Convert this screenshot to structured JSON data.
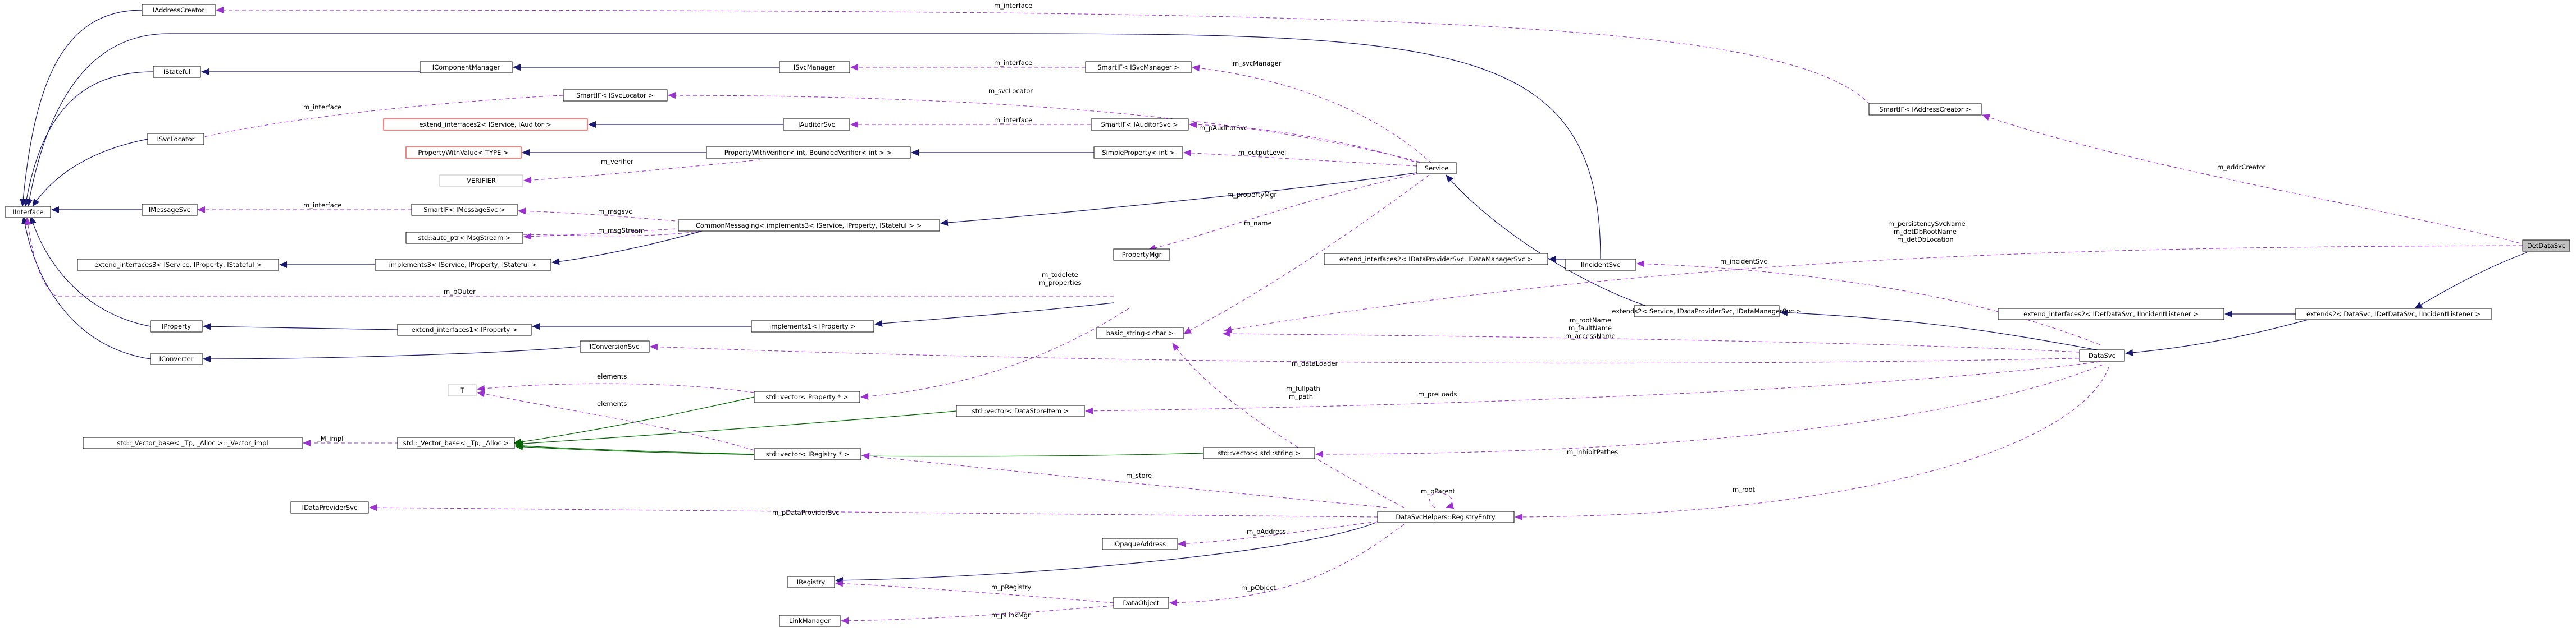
{
  "colors": {
    "inheritance": "#191970",
    "template": "#006400",
    "usage": "#9a32cd",
    "node_border": "#000000",
    "node_border_template": "#bfbfbf",
    "node_border_undocumented": "#ff0000",
    "focus_fill": "#bfbfbf"
  },
  "nodes": {
    "DetDataSvc": "DetDataSvc",
    "IInterface": "IInterface",
    "IAddressCreator": "IAddressCreator",
    "IStateful": "IStateful",
    "ISvcLocator": "ISvcLocator",
    "IMessageSvc": "IMessageSvc",
    "IProperty": "IProperty",
    "IConverter": "IConverter",
    "IComponentManager": "IComponentManager",
    "ISvcManager": "ISvcManager",
    "SmartIF_ISvcManager": "SmartIF< ISvcManager >",
    "SmartIF_ISvcLocator": "SmartIF< ISvcLocator >",
    "extend_interfaces2_IService_IAuditor": "extend_interfaces2< IService, IAuditor >",
    "IAuditorSvc": "IAuditorSvc",
    "SmartIF_IAuditorSvc": "SmartIF< IAuditorSvc >",
    "PropertyWithValue": "PropertyWithValue< TYPE >",
    "PropertyWithVerifier": "PropertyWithVerifier< int, BoundedVerifier< int > >",
    "SimpleProperty": "SimpleProperty< int >",
    "VERIFIER": "VERIFIER",
    "Service": "Service",
    "SmartIF_IMessageSvc": "SmartIF< IMessageSvc >",
    "CommonMessaging": "CommonMessaging< implements3< IService, IProperty, IStateful > >",
    "auto_ptr_MsgStream": "std::auto_ptr< MsgStream >",
    "extend_interfaces3": "extend_interfaces3< IService, IProperty, IStateful >",
    "implements3": "implements3< IService, IProperty, IStateful >",
    "IIncidentSvc": "IIncidentSvc",
    "SmartIF_IAddressCreator": "SmartIF< IAddressCreator >",
    "PropertyMgr": "PropertyMgr",
    "extend_interfaces1_IProperty": "extend_interfaces1< IProperty >",
    "implements1_IProperty": "implements1< IProperty >",
    "basic_string": "basic_string< char >",
    "extend_interfaces2_IDataProviderSvc_IDataManagerSvc": "extend_interfaces2< IDataProviderSvc, IDataManagerSvc >",
    "extends2_Service": "extends2< Service, IDataProviderSvc, IDataManagerSvc >",
    "extend_interfaces2_IDetDataSvc": "extend_interfaces2< IDetDataSvc, IIncidentListener >",
    "extends2_DataSvc": "extends2< DataSvc, IDetDataSvc, IIncidentListener >",
    "DataSvc": "DataSvc",
    "IConversionSvc": "IConversionSvc",
    "T": "T",
    "vector_Property": "std::vector< Property * >",
    "vector_DataStoreItem": "std::vector< DataStoreItem >",
    "Vector_impl": "std::_Vector_base< _Tp, _Alloc >::_Vector_impl",
    "Vector_base": "std::_Vector_base< _Tp, _Alloc >",
    "vector_IRegistry": "std::vector< IRegistry * >",
    "vector_string": "std::vector< std::string >",
    "IDataProviderSvc": "IDataProviderSvc",
    "RegistryEntry": "DataSvcHelpers::RegistryEntry",
    "IOpaqueAddress": "IOpaqueAddress",
    "IRegistry": "IRegistry",
    "DataObject": "DataObject",
    "LinkManager": "LinkManager"
  },
  "edge_labels": {
    "m_interface_1": "m_interface",
    "m_interface_2": "m_interface",
    "m_interface_3": "m_interface",
    "m_interface_4": "m_interface",
    "m_interface_5": "m_interface",
    "m_svcManager": "m_svcManager",
    "m_svcLocator": "m_svcLocator",
    "m_pAuditorSvc": "m_pAuditorSvc",
    "m_outputLevel": "m_outputLevel",
    "m_verifier": "m_verifier",
    "m_propertyMgr": "m_propertyMgr",
    "m_msgsvc": "m_msgsvc",
    "m_msgStream": "m_msgStream",
    "m_name": "m_name",
    "m_pOuter": "m_pOuter",
    "m_todelete": "m_todelete",
    "m_properties": "m_properties",
    "m_addrCreator": "m_addrCreator",
    "m_persistencySvcName": "m_persistencySvcName",
    "m_detDbRootName": "m_detDbRootName",
    "m_detDbLocation": "m_detDbLocation",
    "m_incidentSvc": "m_incidentSvc",
    "m_rootName": "m_rootName",
    "m_faultName": "m_faultName",
    "m_accessName": "m_accessName",
    "m_dataLoader": "m_dataLoader",
    "elements_1": "elements",
    "elements_2": "elements",
    "m_preLoads": "m_preLoads",
    "M_impl": "_M_impl",
    "m_fullpath": "m_fullpath",
    "m_path": "m_path",
    "m_inhibitPathes": "m_inhibitPathes",
    "m_store": "m_store",
    "m_root": "m_root",
    "m_pParent": "m_pParent",
    "m_pDataProviderSvc": "m_pDataProviderSvc",
    "m_pAddress": "m_pAddress",
    "m_pRegistry": "m_pRegistry",
    "m_pObject": "m_pObject",
    "m_pLinkMgr": "m_pLinkMgr"
  }
}
